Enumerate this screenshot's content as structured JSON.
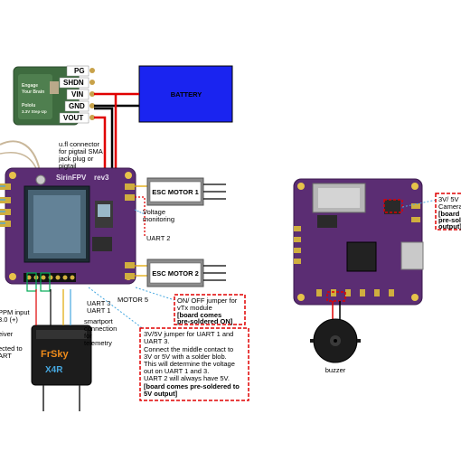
{
  "regulator": {
    "pins": [
      "PG",
      "SHDN",
      "VIN",
      "GND",
      "VOUT"
    ],
    "silk": [
      "Engage",
      "Your Brain",
      "Pololu",
      "3.3V Step-Up"
    ]
  },
  "battery": {
    "label": "BATTERY"
  },
  "fc_board": {
    "name": "SirinFPV",
    "rev": "rev3"
  },
  "esc": {
    "motor1": "ESC MOTOR 1",
    "motor2": "ESC MOTOR 2"
  },
  "annotations": {
    "ufl": [
      "u.fl connector",
      "for pigtail SMA",
      "jack plug or",
      "pigtail"
    ],
    "voltage": [
      "Voltage",
      "monitoring"
    ],
    "uart2": "UART 2",
    "motor5": "MOTOR 5",
    "uart3": "UART 3",
    "uart1": "UART 1",
    "smartport": [
      "smartport",
      "connection",
      "for",
      "telemetry"
    ],
    "ppm": [
      "PPM input",
      "3.0 (+)"
    ],
    "receiver": [
      "eiver",
      "",
      "ected to",
      "ART"
    ]
  },
  "callouts": {
    "vtx": {
      "lines": [
        "ON/ OFF jumper for",
        "vTx module"
      ],
      "bold": [
        "[board comes",
        "pre-soldered ON]"
      ]
    },
    "jumper": {
      "lines": [
        "3V/5V jumper for UART 1 and",
        "UART 3.",
        "Connect the middle contact to",
        "3V or 5V with a solder blob.",
        "This will determine the voltage",
        "out on UART 1 and 3.",
        "UART 2 will always have 5V."
      ],
      "bold": [
        "[board comes pre-soldered to",
        "5V output]"
      ]
    },
    "camera": {
      "lines": [
        "3V/ 5V",
        "Camera"
      ],
      "bold": [
        "[board c",
        "pre-sold",
        "output]"
      ]
    }
  },
  "buzzer": {
    "label": "buzzer"
  },
  "colors": {
    "board": "#5b2d73",
    "regulator": "#3e6b3f",
    "battery": "#1a24f0",
    "power_red": "#e00000",
    "callout_red": "#e00000",
    "annotation_blue": "#46a8e0",
    "wire_yellow": "#e0a600"
  }
}
